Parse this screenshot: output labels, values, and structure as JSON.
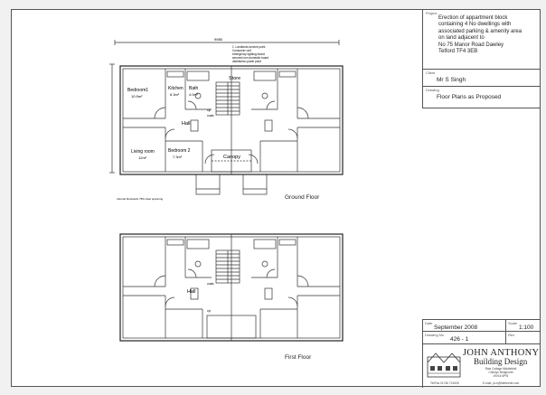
{
  "title_block": {
    "project_label": "Project",
    "project_lines": [
      "Erection of appartment block",
      "containing 4 No dwellings with",
      "associated parking & amenity area",
      "on land adjacent to",
      "No 75 Manor Road Dawley",
      "Telford TF4 3EB"
    ],
    "client_label": "Client",
    "client": "Mr S Singh",
    "drawing_label": "Drawing",
    "drawing": "Floor Plans as Proposed",
    "date_label": "Date",
    "date": "September 2008",
    "scale_label": "Scale",
    "scale": "1:100",
    "drawing_no_label": "Drawing No",
    "drawing_no": "426 - 1",
    "rev_label": "Rev",
    "rev": ""
  },
  "firm": {
    "name": "JOHN ANTHONY",
    "subtitle": "Building Design",
    "address_lines": [
      "Rais Cottage Middlefield",
      "Cheslyn Bridgnorth",
      "WV16 6PW"
    ],
    "tel": "Tel/Fax 01746 714928",
    "email": "E-mail: j.a.b@btinternet.com"
  },
  "ground_floor": {
    "title": "Ground Floor",
    "overall_width": "9985",
    "overall_depth": "9070",
    "rooms": {
      "bedroom1": "Bedroom1",
      "bedroom1_area": "10.9m²",
      "kitchen": "Kitchen",
      "kitchen_area": "6.3m²",
      "bath": "Bath",
      "bath_area": "4.0m²",
      "store": "Store",
      "hall": "Hall",
      "living": "Living room",
      "living_area": "12m²",
      "bedroom2": "Bedroom 2",
      "bedroom2_area": "7.3m²",
      "canopy": "Canopy",
      "cyl": "cyl",
      "coats": "coats"
    },
    "notes": [
      "1. Landlords service point",
      "Consumer unit",
      "emergency lighting board",
      "secured non domestic board",
      "distribution panel point"
    ],
    "footnote": "Internal blockwork 75th clear spanning"
  },
  "first_floor": {
    "title": "First Floor",
    "rooms": {
      "hall": "Hall",
      "coats": "coats",
      "cyl": "cyl"
    }
  }
}
